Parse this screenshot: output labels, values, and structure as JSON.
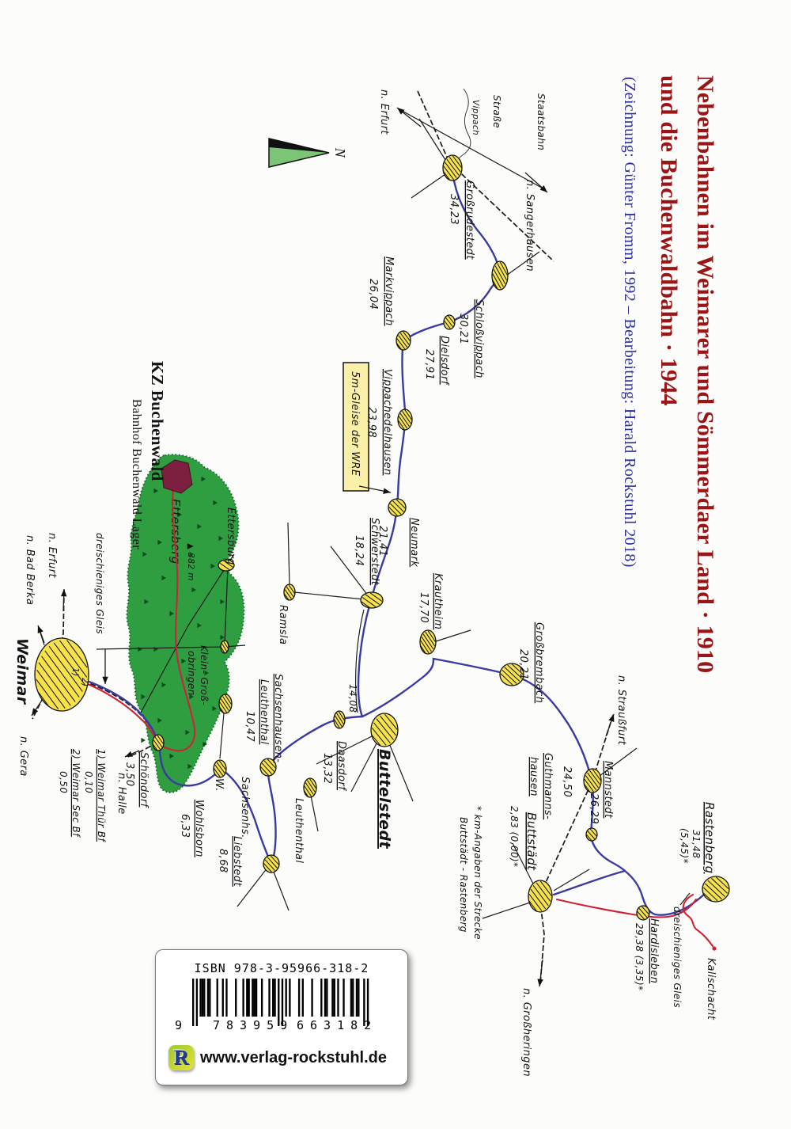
{
  "title": {
    "line1": "Nebenbahnen im Weimarer und Sömmerdaer Land · 1910",
    "line2": "und die Buchenwaldbahn · 1944",
    "credit": "(Zeichnung: Günter Fromm, 1992 – Bearbeitung: Harald Rockstuhl 2018)"
  },
  "colors": {
    "title": "#9a1515",
    "credit": "#2e2e9d",
    "wre_line": "#3b3b9f",
    "buchenwald_line": "#cf2236",
    "forest": "#2f9e41",
    "station_fill": "#f6e24b",
    "camp": "#7d2040",
    "note_box": "#faf0a8"
  },
  "compass": {
    "north": "N"
  },
  "stations": [
    {
      "name": "Großrudestedt",
      "km": "34,23"
    },
    {
      "name": "Schloßvippach",
      "km": "30,21"
    },
    {
      "name": "Dielsdorf",
      "km": "27,91"
    },
    {
      "name": "Markvippach",
      "km": "26,04"
    },
    {
      "name": "Vippachedelhausen",
      "km": "23,98"
    },
    {
      "name": "Neumark",
      "km": "21,41"
    },
    {
      "name": "Schwerstedt",
      "km": "18,24"
    },
    {
      "name": "Krautheim",
      "km": "17,70"
    },
    {
      "name": "Großbrembach",
      "km": "20,21"
    },
    {
      "name": "Sachsenhausen-",
      "name2": "Leuthenthal",
      "km": "10,47"
    },
    {
      "name": "Wohlsborn",
      "km": "6,33",
      "prefix": "W."
    },
    {
      "name": "Liebstedt",
      "km": "8,68"
    },
    {
      "name": "Schöndorf",
      "km": "3,50"
    },
    {
      "name": "Daasdorf",
      "km": "13,32"
    },
    {
      "name": "Buttelstedt"
    },
    {
      "name": "Guthmanns-",
      "name2": "hausen",
      "km": "24,50"
    },
    {
      "name": "Mannstedt",
      "km": "26,29"
    },
    {
      "name": "Buttstädt",
      "km": "2,83 (0,00)*"
    },
    {
      "name": "Hardisleben",
      "km": "29,38 (3,35)*"
    },
    {
      "name": "Rastenberg",
      "km": "31,48",
      "km2": "(5,45)*"
    },
    {
      "name": "Weimar"
    }
  ],
  "places": {
    "ramsla": "Ramsla",
    "ettersburg": "Ettersburg",
    "klein_gross": "Klein- Groß-",
    "obringen": "obringen",
    "leuthenthal": "Leuthenthal",
    "sachsenhs": "Sachsenhs.",
    "kalischacht": "Kalischacht",
    "vippach": "Vippach"
  },
  "directions": {
    "erfurt_top": "n. Erfurt",
    "sangerhausen": "n. Sangerhausen",
    "straussfurt": "n. Straußfurt",
    "grossheringen": "n. Großheringen",
    "erfurt_weimar": "n. Erfurt",
    "bad_berka": "n. Bad Berka",
    "gera": "n. Gera",
    "halle": "n. Halle"
  },
  "annotations": {
    "staatsbahn": "Staatsbahn",
    "strasse": "Straße",
    "junction_km": "14,08",
    "note_box": "5m-Gleise der WRE",
    "dreisch_left": "dreischieniges Gleis",
    "dreisch_right": "dreischieniges Gleis",
    "footnote1": "* km-Angaben der Strecke",
    "footnote2": "Buttstädt - Rastenberg",
    "weimar_note1": "1) Weimar Thür Bf",
    "weimar_note1_km": "0,10",
    "weimar_note2": "2) Weimar Sec Bf",
    "weimar_note2_km": "0,50",
    "ref1": "1)",
    "ref2": "2)"
  },
  "camp": {
    "title": "KZ Buchenwald",
    "subtitle": "Bahnhof Buchenwald Lager"
  },
  "forest": {
    "name": "Ettersberg",
    "peak": "▲ 382 m"
  },
  "isbn": {
    "label": "ISBN 978-3-95966-318-2",
    "digits": "9783959663182",
    "digit_lead": "9",
    "group1": "783959",
    "group2": "663182",
    "url": "www.verlag-rockstuhl.de",
    "logo": "R"
  }
}
